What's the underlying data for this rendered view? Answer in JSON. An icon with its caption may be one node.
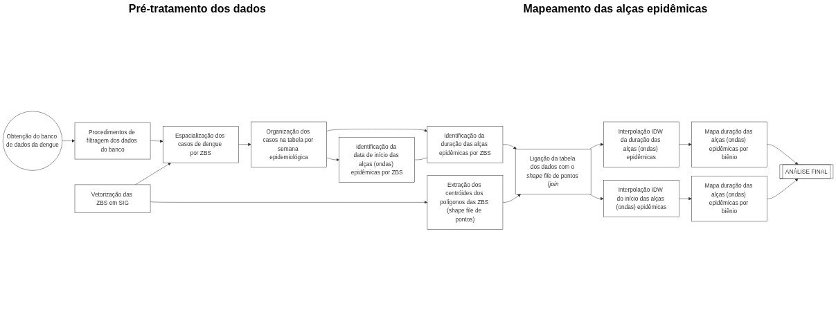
{
  "diagram": {
    "nodes": [
      {
        "text": [
          "Obtenção do banco de dados da dengue"
        ]
      },
      {
        "text": [
          "Procedimentos de filtragem dos dados do banco"
        ]
      },
      {
        "text": [
          "Espacialização dos casos de dengue por ZBS"
        ]
      },
      {
        "text": [
          "Vetorização das ZBS em SIG"
        ]
      },
      {
        "text": [
          "Organização dos casos na tabela por semana epidemiológica"
        ]
      },
      {
        "text": [
          "Identificação da data de início das alças (ondas) epidêmicas por ZBS"
        ]
      },
      {
        "text": [
          "Identificação da duração das alças epidêmicas por ZBS"
        ]
      },
      {
        "text": [
          "Extração dos centróides dos polígonos das ZBS (shape file de pontos)"
        ]
      },
      {
        "text": [
          "Ligação da tabela dos dados com o *shape file* de pontos (*join*"
        ]
      },
      {
        "text": [
          "Interpolação IDW da duração das alças (ondas) epidêmicas"
        ]
      },
      {
        "text": [
          "Mapa duração das alças (ondas) epidêmicas por biênio"
        ]
      },
      {
        "text": [
          "Interpolação IDW do início das alças (ondas) epidêmicas"
        ]
      },
      {
        "text": [
          "Mapa duração das alças (ondas) epidêmicas por biênio"
        ]
      },
      {
        "text": [
          "ANÁLISE FINAL"
        ]
      }
    ],
    "edges": [
      {
        "from": 0,
        "to": 1,
        "arrow": "to"
      },
      {
        "from": 1,
        "to": 2,
        "arrow": "to"
      },
      {
        "from": 2,
        "to": 4,
        "arrow": "to"
      },
      {
        "from": 3,
        "to": 2,
        "arrow": "to"
      },
      {
        "from": 3,
        "to": 7,
        "arrow": "to"
      },
      {
        "from": 4,
        "to": 5,
        "arrow": "to"
      },
      {
        "from": 4,
        "to": 6,
        "arrow": "to"
      },
      {
        "from": 5,
        "to": 6,
        "arrow": "none"
      },
      {
        "from": 6,
        "to": 8,
        "arrow": "to"
      },
      {
        "from": 7,
        "to": 8,
        "arrow": "to"
      },
      {
        "from": 8,
        "to": 9,
        "arrow": "to"
      },
      {
        "from": 8,
        "to": 11,
        "arrow": "to"
      },
      {
        "from": 9,
        "to": 10,
        "arrow": "to"
      },
      {
        "from": 11,
        "to": 12,
        "arrow": "to"
      },
      {
        "from": 10,
        "to": 13,
        "arrow": "to"
      },
      {
        "from": 12,
        "to": 13,
        "arrow": "to"
      }
    ],
    "labels": [
      "Pré-tratamento dos dados",
      "Mapeamento das alças epidêmicas"
    ]
  }
}
